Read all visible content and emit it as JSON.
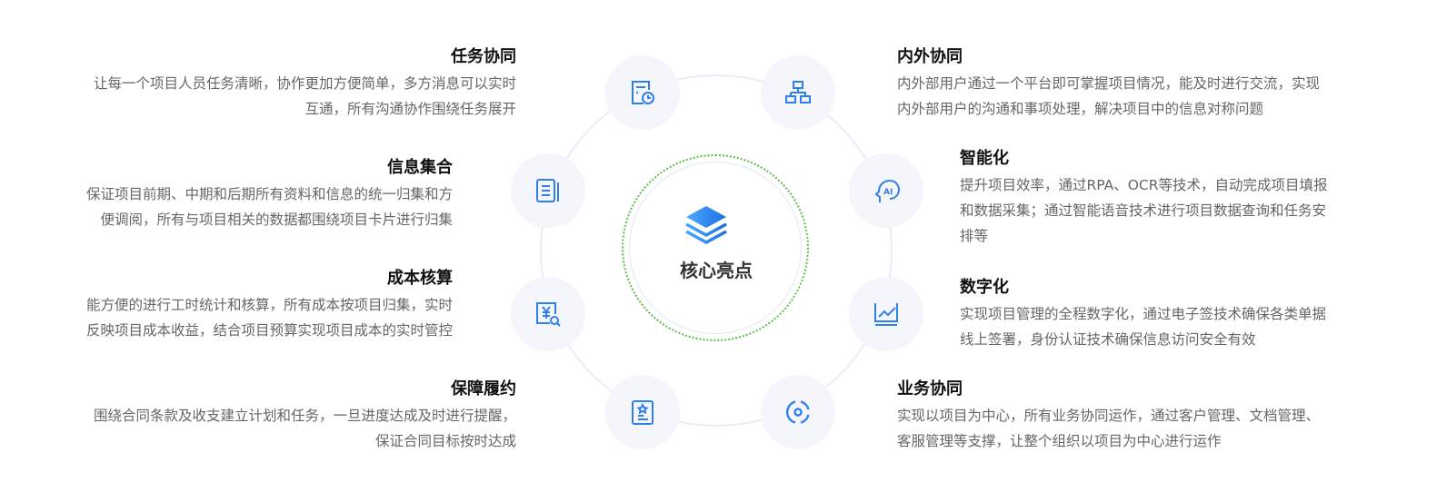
{
  "center": {
    "title": "核心亮点"
  },
  "left": [
    {
      "title": "任务协同",
      "lines": [
        "让每一个项目人员任务清晰，协作更加方便简单，多方消息可以实时",
        "互通，所有沟通协作围绕任务展开"
      ]
    },
    {
      "title": "信息集合",
      "lines": [
        "保证项目前期、中期和后期所有资料和信息的统一归集和方",
        "便调阅，所有与项目相关的数据都围绕项目卡片进行归集"
      ]
    },
    {
      "title": "成本核算",
      "lines": [
        "能方便的进行工时统计和核算，所有成本按项目归集，实时",
        "反映项目成本收益，结合项目预算实现项目成本的实时管控"
      ]
    },
    {
      "title": "保障履约",
      "lines": [
        "围绕合同条款及收支建立计划和任务，一旦进度达成及时进行提醒，",
        "保证合同目标按时达成"
      ]
    }
  ],
  "right": [
    {
      "title": "内外协同",
      "lines": [
        "内外部用户通过一个平台即可掌握项目情况，能及时进行交流，实现",
        "内外部用户的沟通和事项处理，解决项目中的信息对称问题"
      ]
    },
    {
      "title": "智能化",
      "lines": [
        "提升项目效率，通过RPA、OCR等技术，自动完成项目填报",
        "和数据采集；通过智能语音技术进行项目数据查询和任务安",
        "排等"
      ]
    },
    {
      "title": "数字化",
      "lines": [
        "实现项目管理的全程数字化，通过电子签技术确保各类单据",
        "线上签署，身份认证技术确保信息访问安全有效"
      ]
    },
    {
      "title": "业务协同",
      "lines": [
        "实现以项目为中心，所有业务协同运作，通过客户管理、文档管理、",
        "客服管理等支撑，让整个组织以项目为中心进行运作"
      ]
    }
  ],
  "colors": {
    "accent": "#2f80ed",
    "ring": "#e3edf7",
    "dots": "#5bbf4a"
  }
}
